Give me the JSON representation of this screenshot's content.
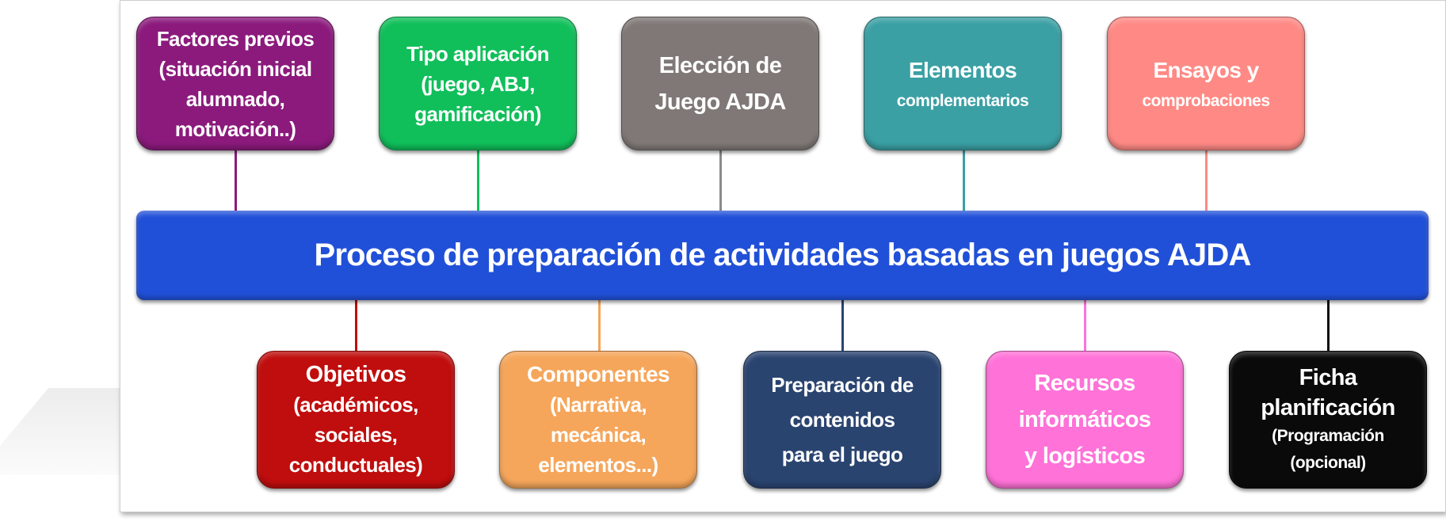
{
  "title": "Proceso de preparación de actividades basadas en juegos AJDA",
  "top_boxes": [
    {
      "lines": [
        "Factores previos",
        "(situación inicial",
        "alumnado,",
        "motivación..)"
      ],
      "color": "#8b1a7c"
    },
    {
      "lines": [
        "Tipo aplicación",
        "(juego, ABJ,",
        "gamificación)"
      ],
      "color": "#10bf5a"
    },
    {
      "lines": [
        "Elección de",
        "Juego AJDA"
      ],
      "color": "#7f7876"
    },
    {
      "lines": [
        "Elementos",
        "complementarios"
      ],
      "color": "#3aa0a4"
    },
    {
      "lines": [
        "Ensayos y",
        "comprobaciones"
      ],
      "color": "#ff8a85"
    }
  ],
  "bottom_boxes": [
    {
      "lines": [
        "Objetivos",
        "(académicos,",
        "sociales,",
        "conductuales)"
      ],
      "color": "#c00d0d"
    },
    {
      "lines": [
        "Componentes",
        "(Narrativa,",
        "mecánica,",
        "elementos...)"
      ],
      "color": "#f5a65b"
    },
    {
      "lines": [
        "Preparación de",
        "contenidos",
        "para el juego"
      ],
      "color": "#2a4470"
    },
    {
      "lines": [
        "Recursos",
        "informáticos",
        "y logísticos"
      ],
      "color": "#ff72d8"
    },
    {
      "lines": [
        "Ficha",
        "planificación",
        "(Programación",
        "(opcional)"
      ],
      "color": "#0a0a0a"
    }
  ]
}
